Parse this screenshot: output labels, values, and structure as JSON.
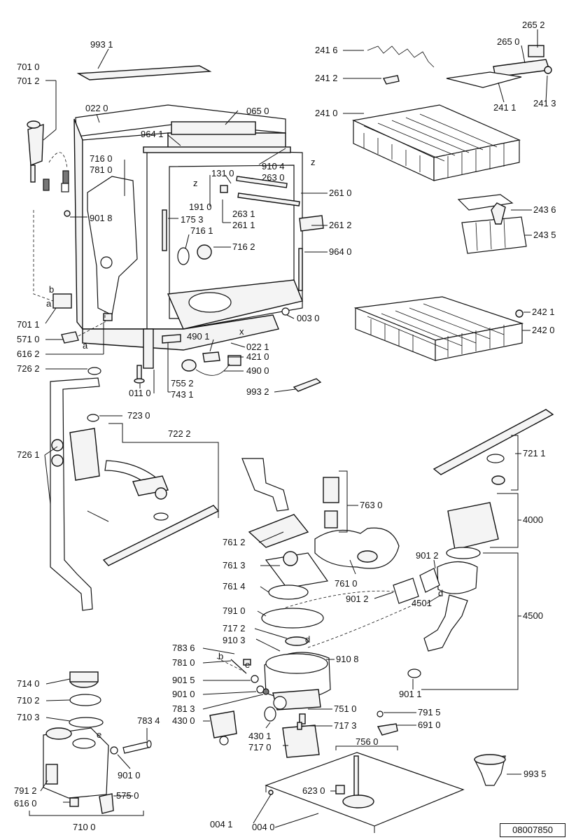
{
  "labels": [
    "993 1",
    "701 0",
    "701 2",
    "022 0",
    "065 0",
    "964 1",
    "716 0",
    "781 0",
    "910 4",
    "263 0",
    "131 0",
    "261 0",
    "191 0",
    "175 3",
    "263 1",
    "261 1",
    "261 2",
    "901 8",
    "716 1",
    "716 2",
    "964 0",
    "701 1",
    "571 0",
    "616 2",
    "003 0",
    "490 1",
    "022 1",
    "421 0",
    "490 0",
    "726 2",
    "011 0",
    "755 2",
    "743 1",
    "993 2",
    "723 0",
    "722 2",
    "726 1",
    "241 6",
    "265 2",
    "265 0",
    "241 2",
    "241 1",
    "241 3",
    "241 0",
    "243 6",
    "243 5",
    "242 1",
    "242 0",
    "721 1",
    "763 0",
    "4000",
    "761 2",
    "761 3",
    "761 4",
    "761 0",
    "901 2",
    "4501",
    "4500",
    "791 0",
    "717 2",
    "910 3",
    "783 6",
    "910 8",
    "781 0",
    "901 5",
    "901 0",
    "781 3",
    "430 0",
    "751 0",
    "717 3",
    "430 1",
    "717 0",
    "901 1",
    "791 5",
    "691 0",
    "756 0",
    "714 0",
    "710 2",
    "710 3",
    "783 4",
    "901 0",
    "791 2",
    "616 0",
    "575 0",
    "710 0",
    "623 0",
    "993 5",
    "004 1",
    "004 0"
  ],
  "letters": [
    "z",
    "z",
    "x",
    "b",
    "a",
    "a",
    "b",
    "e",
    "e",
    "d",
    "d"
  ],
  "doc_id": "08007850"
}
